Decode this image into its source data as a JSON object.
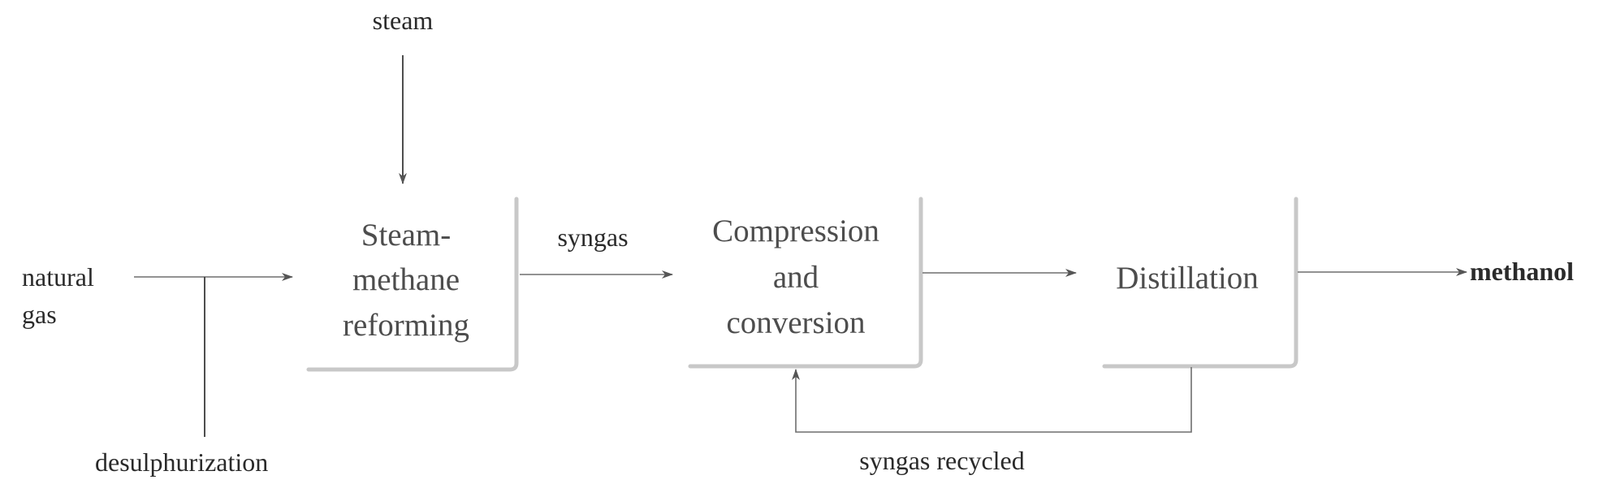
{
  "labels": {
    "steam": "steam",
    "natural_gas_line1": "natural",
    "natural_gas_line2": "gas",
    "desulphurization": "desulphurization",
    "syngas": "syngas",
    "methanol": "methanol",
    "syngas_recycled": "syngas recycled"
  },
  "boxes": {
    "reforming": {
      "line1": "Steam-",
      "line2": "methane",
      "line3": "reforming"
    },
    "compression": {
      "line1": "Compression",
      "line2": "and",
      "line3": "conversion"
    },
    "distillation": {
      "line1": "Distillation"
    }
  }
}
